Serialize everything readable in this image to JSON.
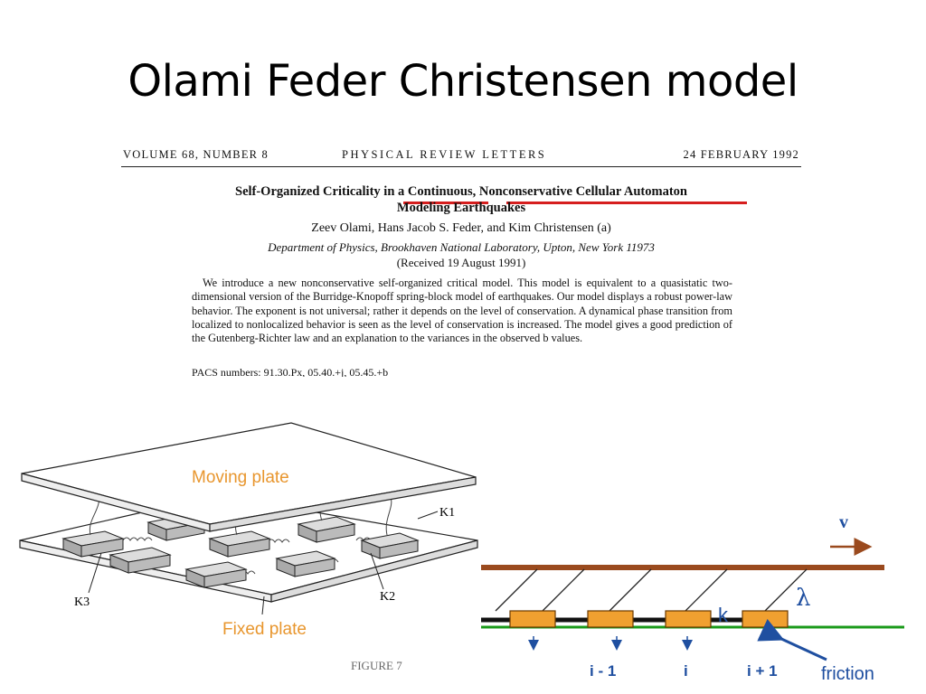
{
  "slide": {
    "title": "Olami Feder Christensen model"
  },
  "paper": {
    "volume": "VOLUME 68, NUMBER 8",
    "journal": "PHYSICAL REVIEW LETTERS",
    "date": "24 FEBRUARY 1992",
    "title_line1": "Self-Organized Criticality in a Continuous, Nonconservative Cellular Automaton",
    "title_line2": "Modeling Earthquakes",
    "authors": "Zeev Olami, Hans Jacob S. Feder, and Kim Christensen (a)",
    "affiliation": "Department of Physics, Brookhaven National Laboratory, Upton, New York 11973",
    "received": "(Received 19 August 1991)",
    "abstract": "We introduce a new nonconservative self-organized critical model. This model is equivalent to a quasistatic two-dimensional version of the Burridge-Knopoff spring-block model of earthquakes. Our model displays a robust power-law behavior. The exponent is not universal; rather it depends on the level of conservation. A dynamical phase transition from localized to nonlocalized behavior is seen as the level of conservation is increased. The model gives a good prediction of the Gutenberg-Richter law and an explanation to the variances in the observed b values.",
    "pacs": "PACS numbers: 91.30.Px, 05.40.+j, 05.45.+b"
  },
  "plates_figure": {
    "moving_plate_label": "Moving plate",
    "fixed_plate_label": "Fixed plate",
    "k1_label": "K1",
    "k2_label": "K2",
    "k3_label": "K3",
    "caption_fragment": "FIGURE 7"
  },
  "chain_figure": {
    "velocity_label": "v",
    "lambda_label": "λ",
    "k_label": "k",
    "friction_label": "friction",
    "block_labels": [
      "i - 1",
      "i",
      "i + 1"
    ]
  },
  "colors": {
    "underline": "#d61e1e",
    "upper_bar": "#9a4a1e",
    "block_fill": "#f0a030",
    "ground_line": "#1a9a1a",
    "blue_text": "#1f4fa0",
    "label_orange": "#e8962e"
  }
}
